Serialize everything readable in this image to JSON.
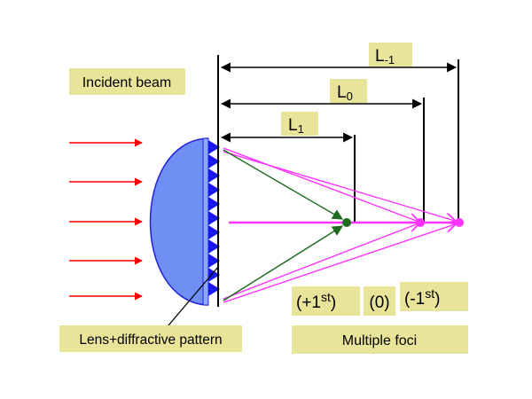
{
  "labels": {
    "incident_beam": "Incident beam",
    "lens_pattern": "Lens+diffractive pattern",
    "multiple_foci": "Multiple foci"
  },
  "lengths": {
    "l_minus1": {
      "base": "L",
      "sub": "-1"
    },
    "l0": {
      "base": "L",
      "sub": "0"
    },
    "l1": {
      "base": "L",
      "sub": "1"
    }
  },
  "orders": {
    "plus_first": {
      "open": "(+1",
      "sup": "st",
      "close": ")"
    },
    "zero": {
      "text": "(0)"
    },
    "minus_first": {
      "open": "(-1",
      "sup": "st",
      "close": ")"
    }
  },
  "colors": {
    "label_bg": "#e8e49a",
    "beam_arrow": "#ff0000",
    "lens_fill": "#6f8ff5",
    "lens_edge": "#2222dd",
    "teeth": "#1a1aee",
    "order_plus1": "#1f6b1f",
    "order_zero_minus1": "#ff33ff"
  }
}
